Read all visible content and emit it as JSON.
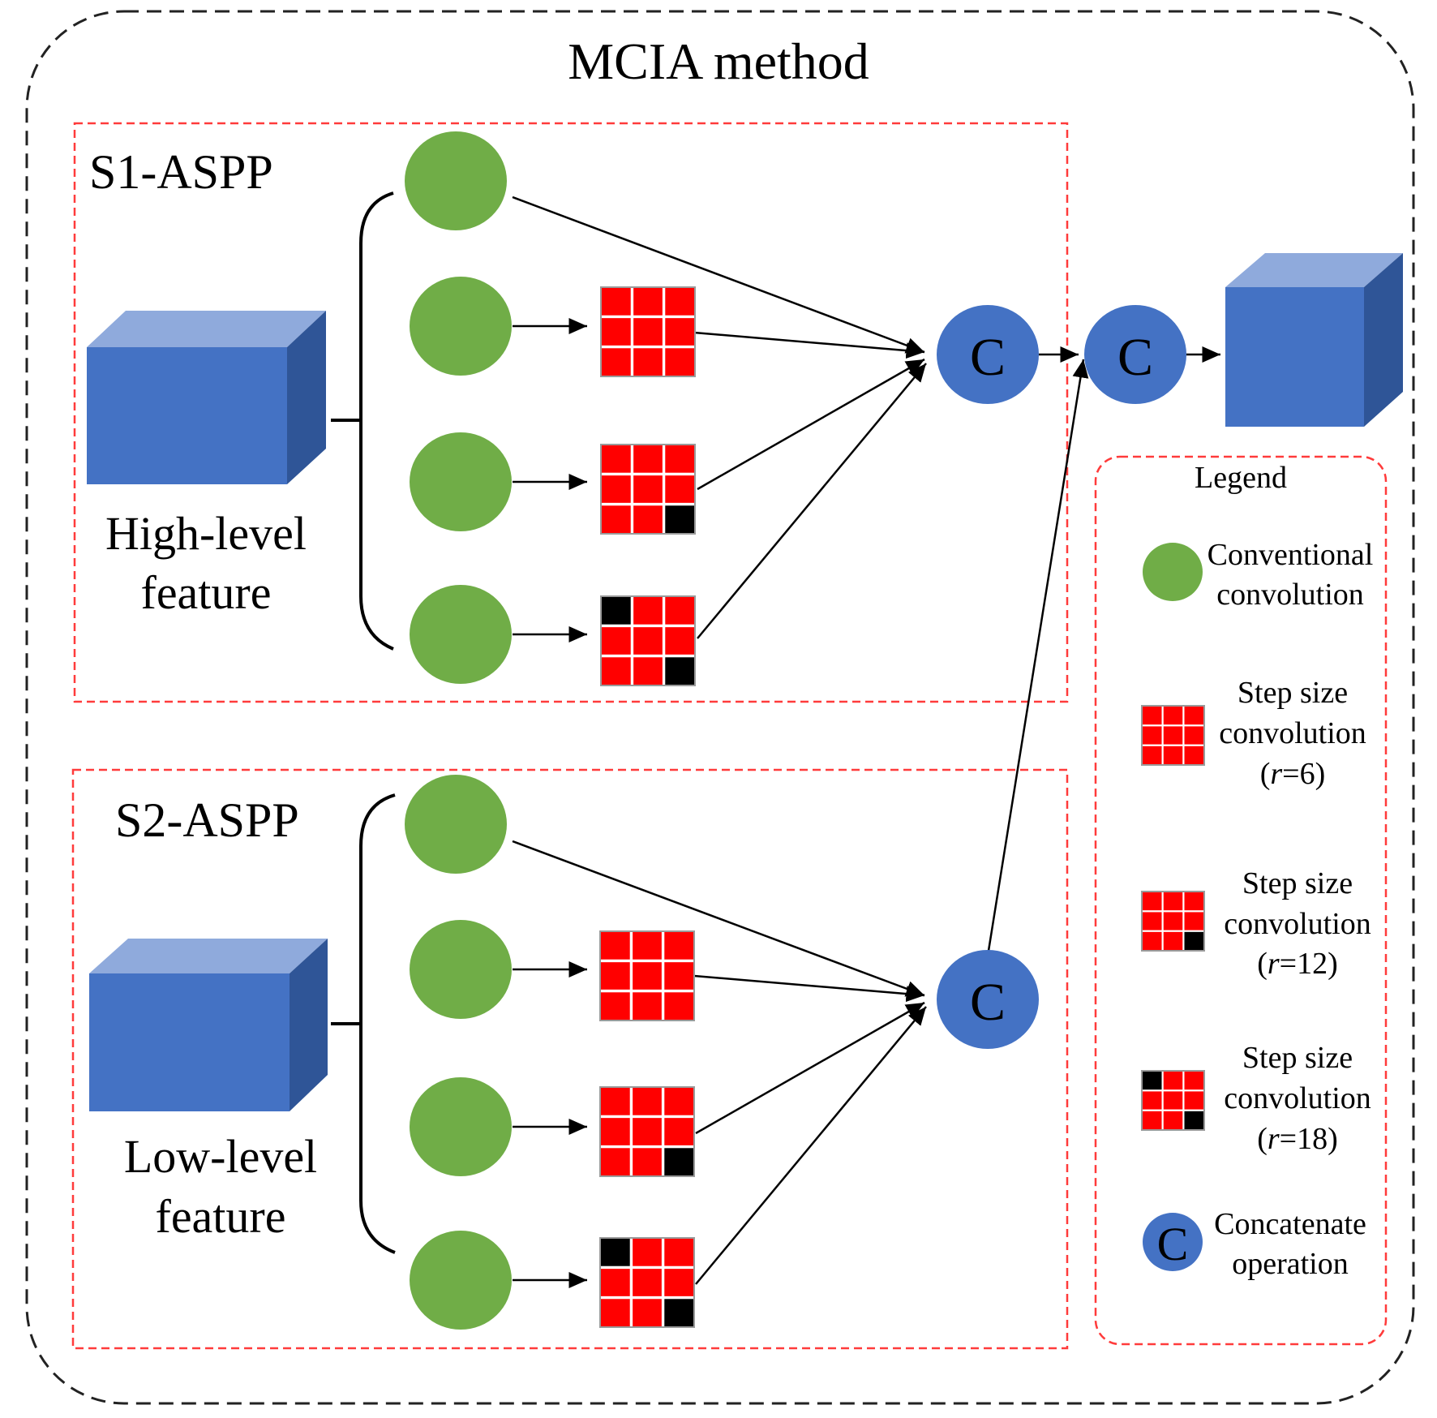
{
  "title": "MCIA method",
  "s1": {
    "label": "S1-ASPP",
    "feature_line1": "High-level",
    "feature_line2": "feature"
  },
  "s2": {
    "label": "S2-ASPP",
    "feature_line1": "Low-level",
    "feature_line2": "feature"
  },
  "concat_symbol": "C",
  "legend": {
    "title": "Legend",
    "conventional": [
      "Conventional",
      "convolution"
    ],
    "step6": [
      "Step size",
      "convolution",
      "(",
      "r",
      "=6)"
    ],
    "step12": [
      "Step size",
      "convolution",
      "(",
      "r",
      "=12)"
    ],
    "step18": [
      "Step size",
      "convolution",
      "(",
      "r",
      "=18)"
    ],
    "concat": [
      "Concatenate",
      "operation"
    ]
  },
  "colors": {
    "conv_green": "#70ad47",
    "concat_blue": "#4472c4",
    "cube_front": "#4472c4",
    "cube_top": "#8faadc",
    "cube_side": "#2f5597",
    "grid_red": "#ff0000",
    "grid_black": "#000000",
    "frame_red": "#ff3b3b"
  }
}
